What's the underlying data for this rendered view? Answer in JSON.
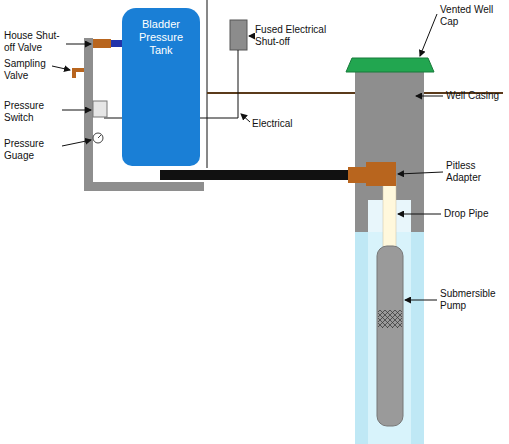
{
  "diagram": {
    "nodes": [
      {
        "text": [
          "Bladder Pressure Tank"
        ]
      }
    ],
    "labels": [
      "House Shut-off Valve",
      "Sampling Valve",
      "Pressure Switch",
      "Pressure Guage",
      "Fused Electrical Shut-off",
      "Electrical",
      "Vented Well Cap",
      "Well Casing",
      "Pitless Adapter",
      "Drop Pipe",
      "Submersible Pump"
    ]
  }
}
